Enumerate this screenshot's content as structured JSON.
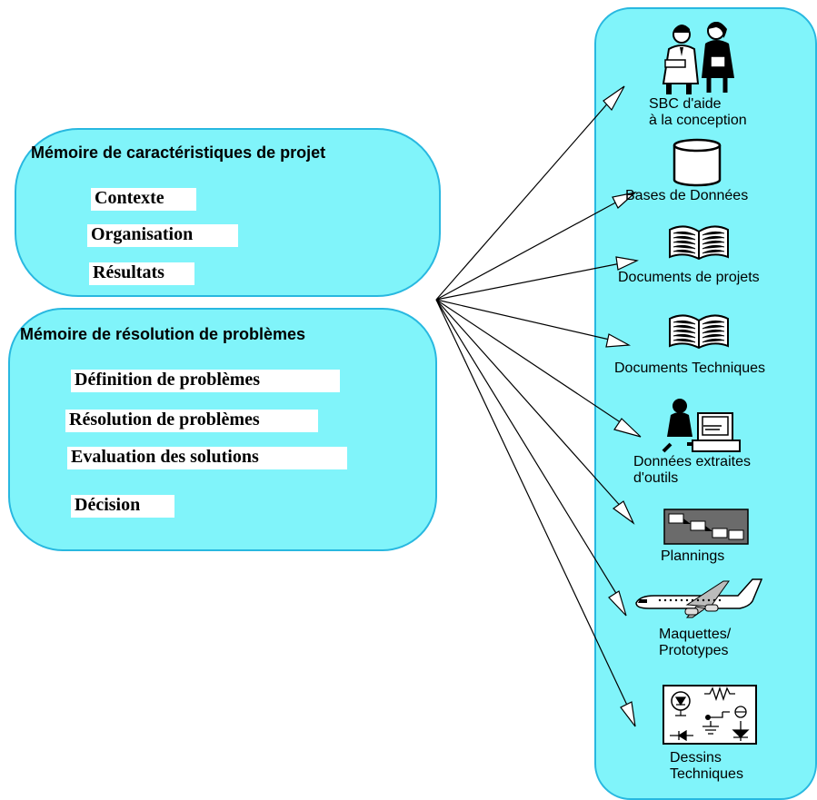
{
  "memory_boxes": [
    {
      "title": "Mémoire de caractéristiques de projet",
      "items": [
        "Contexte",
        "Organisation",
        "Résultats"
      ]
    },
    {
      "title": "Mémoire de résolution de problèmes",
      "items": [
        "Définition de problèmes",
        "Résolution de problèmes",
        "Evaluation des solutions",
        "Décision"
      ]
    }
  ],
  "resources": [
    {
      "icon": "people-icon",
      "label_lines": [
        "SBC d'aide",
        "à la conception"
      ]
    },
    {
      "icon": "database-icon",
      "label_lines": [
        "Bases de Données"
      ]
    },
    {
      "icon": "book-icon",
      "label_lines": [
        "Documents de projets"
      ]
    },
    {
      "icon": "book-icon",
      "label_lines": [
        "Documents Techniques"
      ]
    },
    {
      "icon": "computer-user-icon",
      "label_lines": [
        "Données extraites",
        "d'outils"
      ]
    },
    {
      "icon": "planning-icon",
      "label_lines": [
        "Plannings"
      ]
    },
    {
      "icon": "airplane-icon",
      "label_lines": [
        "Maquettes/",
        "Prototypes"
      ]
    },
    {
      "icon": "circuit-icon",
      "label_lines": [
        "Dessins",
        "Techniques"
      ]
    }
  ],
  "colors": {
    "panel_fill": "#80f4fa",
    "panel_border": "#28b8e0"
  }
}
